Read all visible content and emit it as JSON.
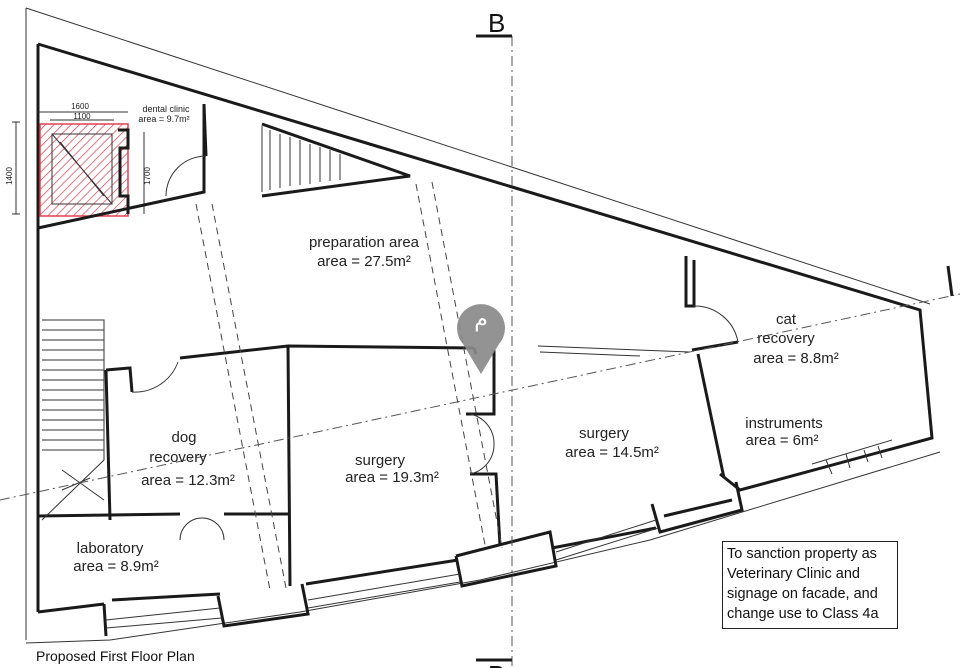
{
  "section_marker": {
    "letter": "B"
  },
  "rooms": {
    "dental_clinic": {
      "name": "dental clinic",
      "area": "area = 9.7m²"
    },
    "preparation": {
      "name": "preparation area",
      "area": "area = 27.5m²"
    },
    "cat_recovery": {
      "name_line1": "cat",
      "name_line2": "recovery",
      "area": "area = 8.8m²"
    },
    "dog_recovery": {
      "name_line1": "dog",
      "name_line2": "recovery",
      "area": "area = 12.3m²"
    },
    "surgery_1": {
      "name": "surgery",
      "area": "area = 19.3m²"
    },
    "surgery_2": {
      "name": "surgery",
      "area": "area = 14.5m²"
    },
    "instruments": {
      "name": "instruments",
      "area": "area = 6m²"
    },
    "laboratory": {
      "name": "laboratory",
      "area": "area = 8.9m²"
    }
  },
  "lift_dimensions": {
    "width_outer": "1600",
    "width_inner": "1100",
    "height_outer": "1400",
    "height_inner": "1700"
  },
  "note_lines": [
    "To sanction property as",
    "Veterinary Clinic and",
    "signage on facade, and",
    "change use to Class 4a"
  ],
  "caption": "Proposed First Floor Plan",
  "colors": {
    "lift_hatch": "#e0404f",
    "wall": "#1a1a1a",
    "location_pin": "#8a8a8a"
  },
  "icons": {
    "location": "location-pin-icon"
  }
}
